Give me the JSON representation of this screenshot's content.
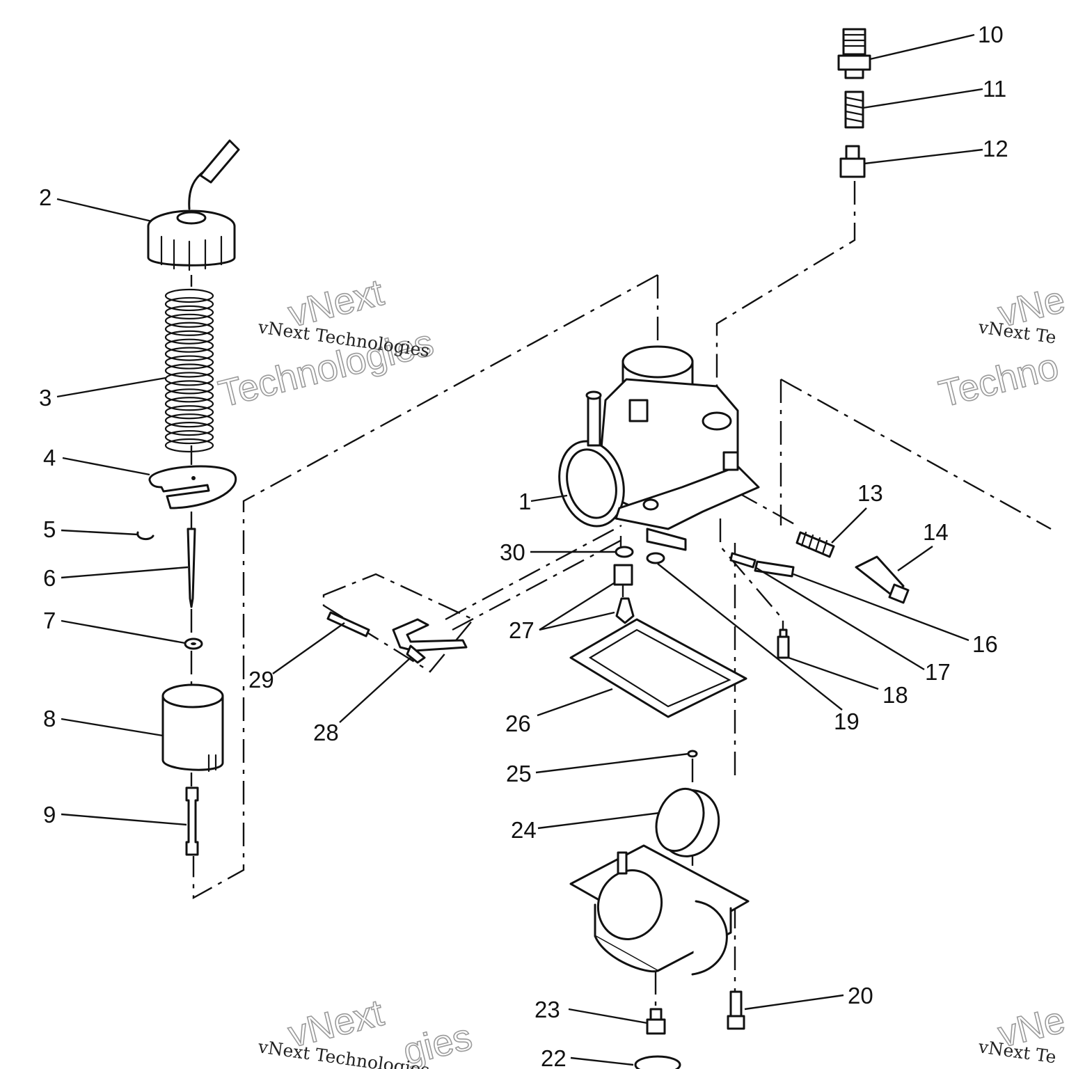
{
  "diagram": {
    "callouts": [
      "1",
      "2",
      "3",
      "4",
      "5",
      "6",
      "7",
      "8",
      "9",
      "10",
      "11",
      "12",
      "13",
      "14",
      "16",
      "17",
      "18",
      "19",
      "20",
      "22",
      "23",
      "24",
      "25",
      "26",
      "27",
      "28",
      "29",
      "30"
    ]
  },
  "watermark": {
    "line_small": "vNext Technologies",
    "line_big_1": "vNext",
    "line_big_2": "Technologies",
    "fragment_right_top_small": "vNext Te",
    "fragment_right_top_big": "Techno",
    "fragment_right_top_big2": "vNe",
    "fragment_bottom_small": "vNext Technologies",
    "fragment_bottom_big": "vNext",
    "fragment_bottom_big2": "gies",
    "fragment_bottom_right_small": "vNext Te",
    "fragment_bottom_right_big": "vNe"
  }
}
